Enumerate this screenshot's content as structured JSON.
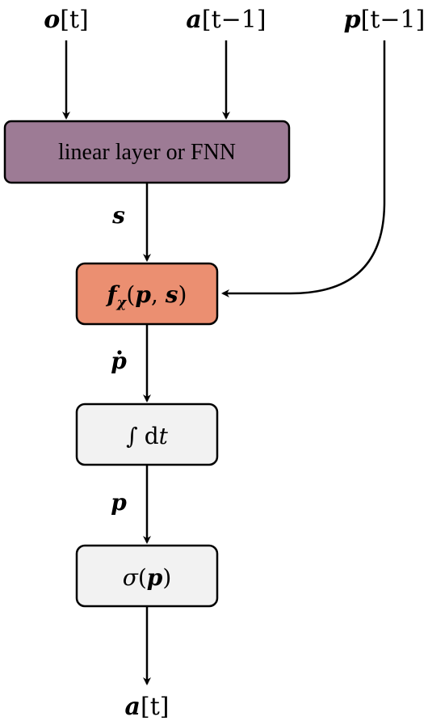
{
  "inputs": {
    "o": {
      "sym": "o",
      "idx": "[t]"
    },
    "a_prev": {
      "sym": "a",
      "idx": "[t−1]"
    },
    "p_prev": {
      "sym": "p",
      "idx": "[t−1]"
    }
  },
  "boxes": {
    "linear": {
      "label": "linear layer or FNN",
      "fill": "#9d7b95"
    },
    "dynamics": {
      "f": "f",
      "sub": "χ",
      "open": "(",
      "p": "p",
      "comma": ", ",
      "s": "s",
      "close": ")",
      "fill": "#eb8f71"
    },
    "integrator": {
      "int": "∫",
      "dt": "d",
      "t": "t",
      "fill": "#f2f2f2"
    },
    "activation": {
      "sigma": "σ",
      "open": "(",
      "p": "p",
      "close": ")",
      "fill": "#f2f2f2"
    }
  },
  "edges": {
    "s": "s",
    "pdot": "p",
    "p": "p"
  },
  "output": {
    "sym": "a",
    "idx": "[t]"
  },
  "colors": {
    "stroke": "#000000"
  }
}
